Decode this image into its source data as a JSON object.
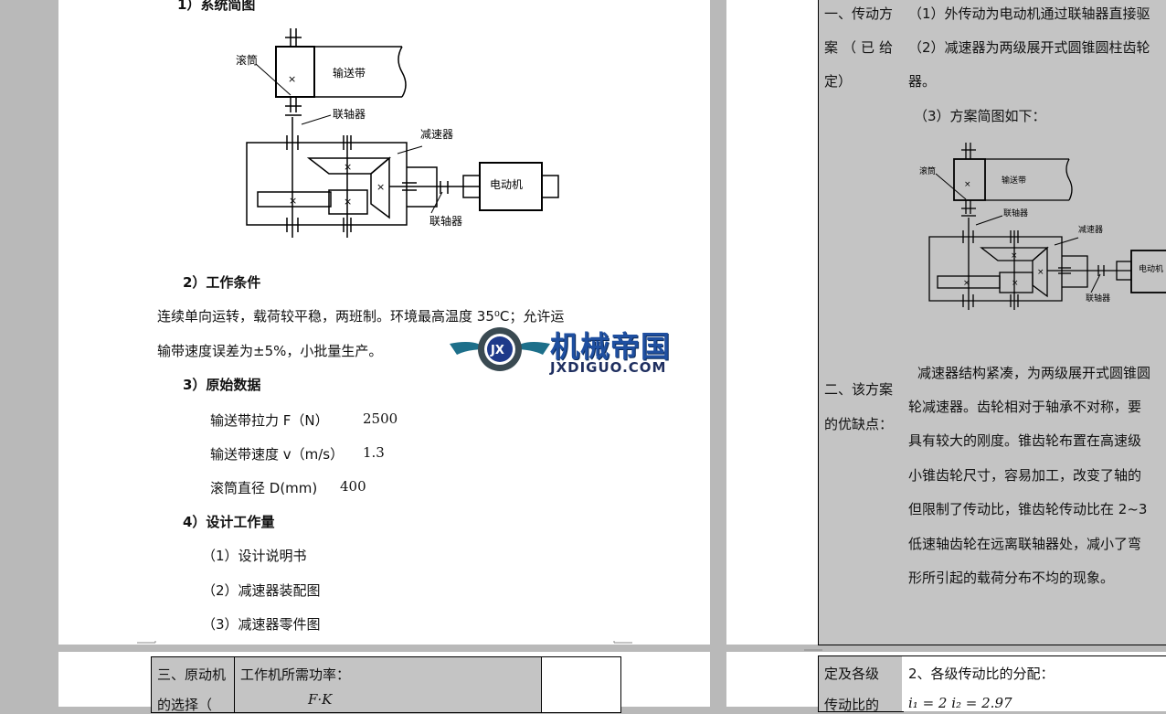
{
  "left_page": {
    "h1": "1）系统简图",
    "h2": "2）工作条件",
    "cond_line1": "连续单向运转，载荷较平稳，两班制。环境最高温度 35⁰C；允许运",
    "cond_line2": "输带速度误差为±5%，小批量生产。",
    "h3": "3）原始数据",
    "data_rows": [
      {
        "label": "输送带拉力 F（N）",
        "value": "2500"
      },
      {
        "label": "输送带速度 v（m/s）",
        "value": "1.3"
      },
      {
        "label": "滚筒直径 D(mm)",
        "value": "400"
      }
    ],
    "h4": "4）设计工作量",
    "work_items": [
      "（1）设计说明书",
      "（2）减速器装配图",
      "（3）减速器零件图"
    ]
  },
  "diagram": {
    "drum": "滚筒",
    "belt": "输送带",
    "coupling_top": "联轴器",
    "reducer": "减速器",
    "motor": "电动机",
    "coupling_bottom": "联轴器"
  },
  "watermark": {
    "cn": "机械帝国",
    "en": "JXDIGUO.COM",
    "badge": "JX"
  },
  "bottom_left_table": {
    "cell1_line1": "三、原动机",
    "cell1_line2": "的选择（",
    "cell2_line1": "工作机所需功率：",
    "formula": "F·K",
    "right_partial": "..."
  },
  "right_page": {
    "row1_label": [
      "一、传动方",
      "案（已给",
      "定）"
    ],
    "row1_lines": [
      "（1）外传动为电动机通过联轴器直接驱",
      "（2）减速器为两级展开式圆锥圆柱齿轮",
      "器。",
      "（3）方案简图如下："
    ],
    "row2_label": [
      "二、该方案",
      "的优缺点："
    ],
    "row2_lines": [
      "减速器结构紧凑，为两级展开式圆锥圆",
      "轮减速器。齿轮相对于轴承不对称，要",
      "具有较大的刚度。锥齿轮布置在高速级",
      "小锥齿轮尺寸，容易加工，改变了轴的",
      "但限制了传动比，锥齿轮传动比在 2~3",
      "低速轴齿轮在远离联轴器处，减小了弯",
      "形所引起的载荷分布不均的现象。"
    ],
    "bottom_label": [
      "定及各级",
      "传动比的"
    ],
    "bottom_text": "2、各级传动比的分配：",
    "bottom_formula": "i₁ = 2  i₂ = 2.97"
  }
}
